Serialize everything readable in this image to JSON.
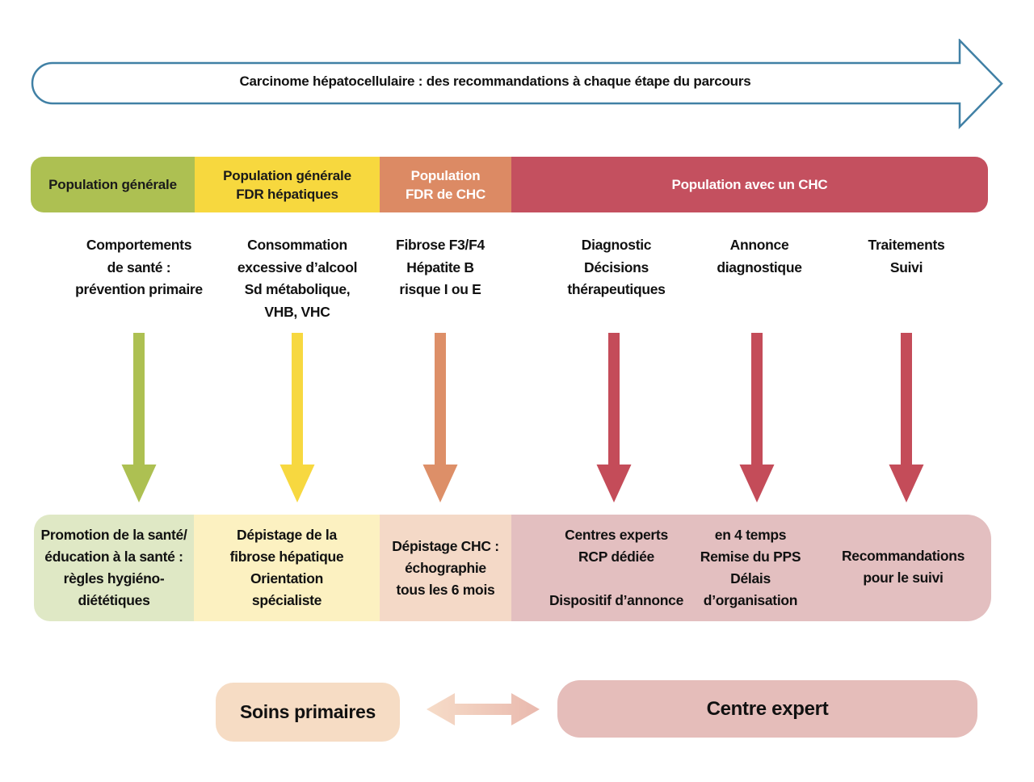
{
  "title_banner": {
    "text": "Carcinome hépatocellulaire : des recommandations à chaque étape du parcours",
    "border_color": "#4080a5",
    "fill_color": "#ffffff"
  },
  "header_segments": [
    {
      "label": "Population générale",
      "color": "#adc052",
      "text_color": "#1a1a1a"
    },
    {
      "label": "Population générale\nFDR hépatiques",
      "color": "#f7d83e",
      "text_color": "#1a1a1a"
    },
    {
      "label": "Population\nFDR de CHC",
      "color": "#dc8a64",
      "text_color": "#ffffff"
    },
    {
      "label": "Population avec un CHC",
      "color": "#c4505f",
      "text_color": "#ffffff"
    }
  ],
  "columns": [
    {
      "label": "Comportements\nde santé :\nprévention primaire",
      "arrow_color": "#adc052"
    },
    {
      "label": "Consommation\nexcessive d’alcool\nSd métabolique,\nVHB, VHC",
      "arrow_color": "#f7d840"
    },
    {
      "label": "Fibrose F3/F4\nHépatite B\nrisque I ou E",
      "arrow_color": "#dd8f68"
    },
    {
      "label": "Diagnostic\nDécisions\nthérapeutiques",
      "arrow_color": "#c44c59"
    },
    {
      "label": "Annonce\ndiagnostique",
      "arrow_color": "#c44c59"
    },
    {
      "label": "Traitements\nSuivi",
      "arrow_color": "#c44c59"
    }
  ],
  "outcome_boxes": [
    {
      "text": "Promotion de la santé/\néducation à la santé :\nrègles hygiéno-\ndiététiques",
      "color": "#dfe8c5"
    },
    {
      "text": "Dépistage de la\nfibrose hépatique\nOrientation\nspécialiste",
      "color": "#fcf1c1"
    },
    {
      "text": "Dépistage CHC :\néchographie\ntous les 6 mois",
      "color": "#f4d9c7"
    },
    {
      "color": "#e3bfc0",
      "blocks": [
        "Centres experts\nRCP dédiée\n\nDispositif d’annonce",
        "en 4 temps\nRemise du PPS\nDélais\nd’organisation",
        "Recommandations\npour le suivi"
      ]
    }
  ],
  "footer": {
    "primary_care": {
      "label": "Soins primaires",
      "color": "#f6dcc4"
    },
    "expert_center": {
      "label": "Centre expert",
      "color": "#e5bdba"
    },
    "arrow_gradient": {
      "from": "#f6dcc8",
      "to": "#e9b9ae"
    }
  }
}
